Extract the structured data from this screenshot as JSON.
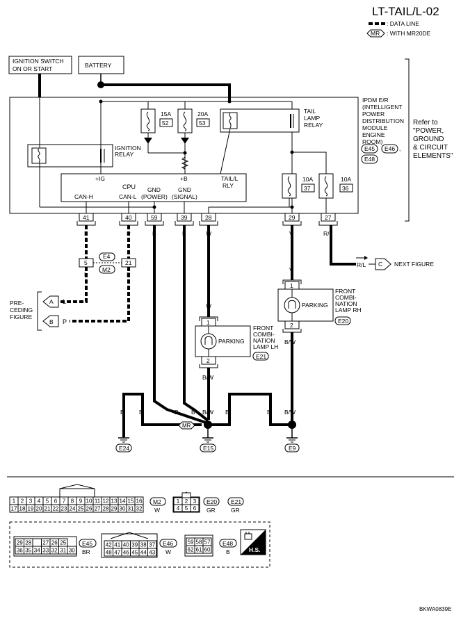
{
  "header": {
    "page_id": "LT-TAIL/L-02",
    "legend_data_line": ": DATA LINE",
    "legend_mr_tag": "MR",
    "legend_mr_text": ": WITH MR20DE"
  },
  "boxes": {
    "ignition_switch": [
      "IGNITION SWITCH",
      "ON OR START"
    ],
    "battery": "BATTERY"
  },
  "ipdm": {
    "title": [
      "IPDM E/R",
      "(INTELLIGENT",
      "POWER",
      "DISTRIBUTION",
      "MODULE",
      "ENGINE",
      "ROOM)"
    ],
    "connectors": [
      "E45",
      "E46",
      "E48"
    ],
    "comma": ",",
    "refer": [
      "Refer to",
      "\"POWER,",
      "GROUND",
      "& CIRCUIT",
      "ELEMENTS\""
    ],
    "ignition_relay": [
      "IGNITION",
      "RELAY"
    ],
    "tail_relay": [
      "TAIL",
      "LAMP",
      "RELAY"
    ],
    "fuse_15": {
      "amp": "15A",
      "num": "52"
    },
    "fuse_20": {
      "amp": "20A",
      "num": "53"
    },
    "fuse_10a": {
      "amp": "10A",
      "num": "37"
    },
    "fuse_10b": {
      "amp": "10A",
      "num": "36"
    },
    "cpu_label": "CPU",
    "cpu_ig": "+IG",
    "cpu_b": "+B",
    "cpu_tail": [
      "TAIL/L",
      "RLY"
    ],
    "can_h": "CAN-H",
    "can_l": "CAN-L",
    "gnd_power": [
      "GND",
      "(POWER)"
    ],
    "gnd_signal": [
      "GND",
      "(SIGNAL)"
    ]
  },
  "pins": [
    "41",
    "40",
    "59",
    "39",
    "28",
    "29",
    "27"
  ],
  "wires": {
    "L": "L",
    "P": "P",
    "B": "B",
    "W": "W",
    "V": "V",
    "RL": "R/L",
    "BW": "B/W"
  },
  "joint": {
    "pin5": "5",
    "pin21": "21",
    "e4": "E4",
    "m2": "M2"
  },
  "preceding": {
    "label": [
      "PRE-",
      "CEDING",
      "FIGURE"
    ],
    "a": "A",
    "b": "B"
  },
  "next_figure": {
    "c": "C",
    "label": "NEXT FIGURE"
  },
  "lamp_rh": {
    "label": "PARKING",
    "pin1": "1",
    "pin2": "2",
    "title": [
      "FRONT",
      "COMBI-",
      "NATION",
      "LAMP RH"
    ],
    "conn": "E20"
  },
  "lamp_lh": {
    "label": "PARKING",
    "pin1": "1",
    "pin2": "2",
    "title": [
      "FRONT",
      "COMBI-",
      "NATION",
      "LAMP LH"
    ],
    "conn": "E21"
  },
  "grounds": {
    "mr": "MR",
    "e24": "E24",
    "e15": "E15",
    "e9": "E9"
  },
  "connector_views": {
    "row1": [
      "1",
      "2",
      "3",
      "4",
      "5",
      "6",
      "7",
      "8",
      "9",
      "10",
      "11",
      "12",
      "13",
      "14",
      "15",
      "16"
    ],
    "row2": [
      "17",
      "18",
      "19",
      "20",
      "21",
      "22",
      "23",
      "24",
      "25",
      "26",
      "27",
      "28",
      "29",
      "30",
      "31",
      "32"
    ],
    "m2": {
      "id": "M2",
      "color": "W"
    },
    "small6": [
      "1",
      "2",
      "3",
      "4",
      "5",
      "6"
    ],
    "e20": {
      "id": "E20",
      "color": "GR"
    },
    "e21": {
      "id": "E21",
      "color": "GR"
    },
    "e45_r1": [
      "29",
      "28",
      "",
      "27",
      "26",
      "25"
    ],
    "e45_r2": [
      "36",
      "35",
      "34",
      "33",
      "32",
      "31",
      "30"
    ],
    "e45": {
      "id": "E45",
      "color": "BR"
    },
    "e46_r1": [
      "42",
      "41",
      "40",
      "39",
      "38",
      "37"
    ],
    "e46_r2": [
      "48",
      "47",
      "46",
      "45",
      "44",
      "43"
    ],
    "e46": {
      "id": "E46",
      "color": "W"
    },
    "e48_r1": [
      "59",
      "58",
      "57"
    ],
    "e48_r2": [
      "62",
      "61",
      "60"
    ],
    "e48": {
      "id": "E48",
      "color": "B"
    },
    "hs": "H.S."
  },
  "footer_code": "BKWA0839E"
}
